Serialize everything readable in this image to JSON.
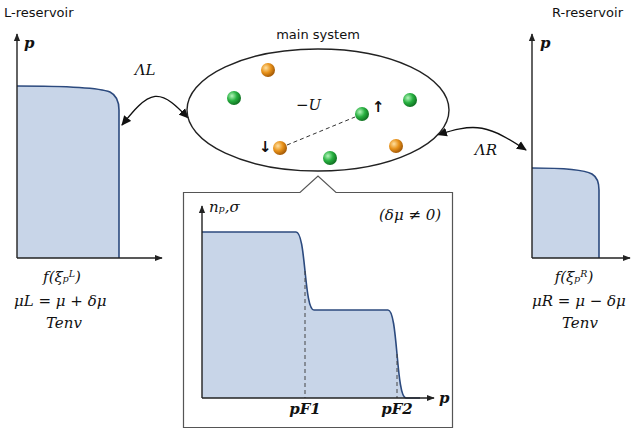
{
  "diagram": {
    "nodes": [
      {
        "text": [
          "L-reservoir",
          "p",
          "f(ξₚᴸ)",
          "μL = μ + δμ",
          "Tenv"
        ]
      },
      {
        "text": [
          "main system",
          "−U",
          "↑",
          "↓"
        ]
      },
      {
        "text": [
          "R-reservoir",
          "p",
          "f(ξₚᴿ)",
          "μR = μ − δμ",
          "Tenv"
        ]
      },
      {
        "text": [
          "nₚ,σ",
          "(δμ ≠ 0)",
          "pF1",
          "pF2",
          "p"
        ]
      }
    ],
    "edges": [
      {
        "from": 0,
        "to": 1,
        "arrow": "both",
        "label": "ΛL"
      },
      {
        "from": 1,
        "to": 2,
        "arrow": "both",
        "label": "ΛR"
      }
    ]
  }
}
